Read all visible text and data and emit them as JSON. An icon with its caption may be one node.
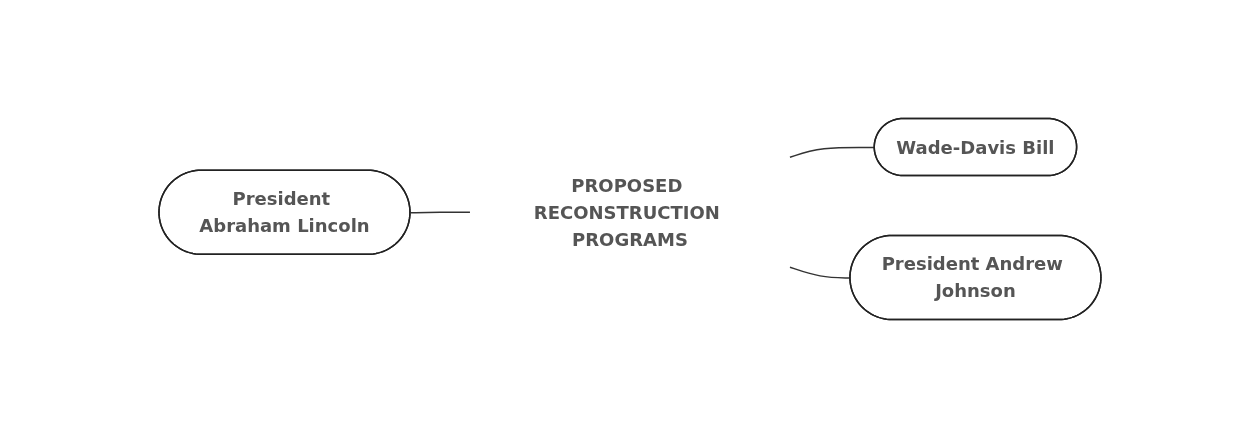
{
  "diagram": {
    "nodes": [
      {
        "text": [
          "PROPOSED RECONSTRUCTION PROGRAMS"
        ]
      },
      {
        "text": [
          "President Abraham Lincoln"
        ]
      },
      {
        "text": [
          "Wade-Davis Bill"
        ]
      },
      {
        "text": [
          "President Andrew Johnson"
        ]
      }
    ],
    "edges": [
      {
        "from": 1,
        "to": 0,
        "arrow": "none"
      },
      {
        "from": 0,
        "to": 2,
        "arrow": "none"
      },
      {
        "from": 0,
        "to": 3,
        "arrow": "none"
      }
    ]
  }
}
